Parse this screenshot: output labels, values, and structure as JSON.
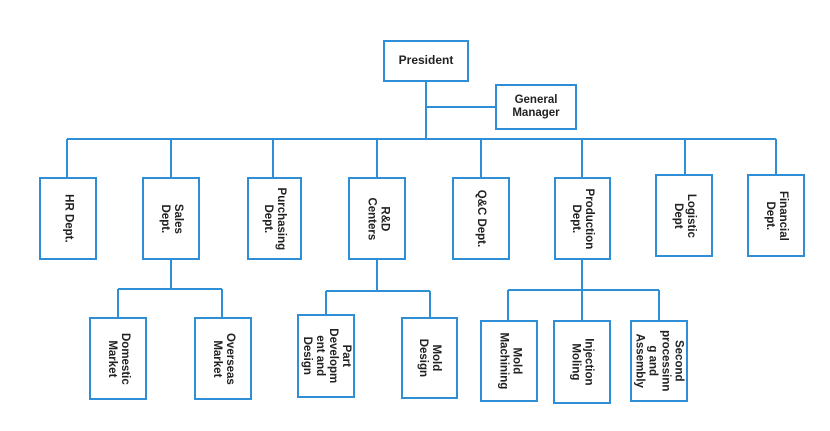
{
  "colors": {
    "line": "#2e8fd6",
    "box_border": "#2e8fd6",
    "text": "#222222"
  },
  "nodes": {
    "president": "President",
    "general_manager": "General\nManager",
    "hr": "HR Dept.",
    "sales": "Sales\nDept.",
    "purchasing": "Purchasing\nDept.",
    "rd": "R&D\nCenters",
    "qc": "Q&C Dept.",
    "production": "Production\nDept.",
    "logistic": "Logistic\nDept",
    "financial": "Financial\nDept.",
    "domestic": "Domestic\nMarket",
    "overseas": "Overseas\nMarket",
    "part_dev": "Part\nDevelopm\nent and\nDesign",
    "mold_design": "Mold\nDesign",
    "mold_machining": "Mold\nMachining",
    "injection": "Injection\nMoling",
    "second_processing": "Second\nprocessinn\ng and\nAssembly"
  }
}
